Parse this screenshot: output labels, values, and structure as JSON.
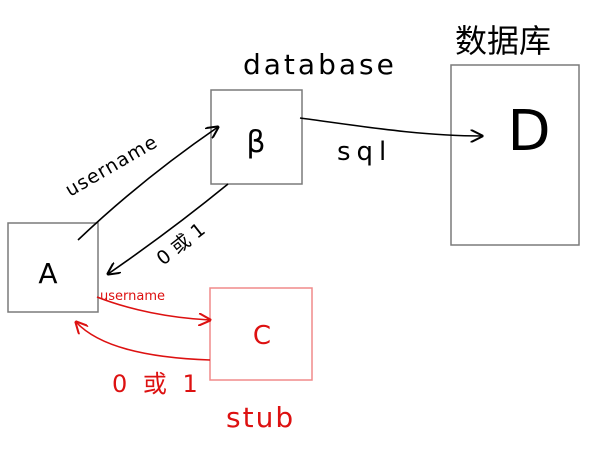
{
  "nodes": {
    "a": {
      "label": "A"
    },
    "b": {
      "label": "β",
      "caption": "database"
    },
    "c": {
      "label": "C",
      "caption": "stub"
    },
    "d": {
      "label": "D",
      "caption": "数据库"
    }
  },
  "edges": {
    "a_to_b": {
      "label": "username"
    },
    "b_to_a": {
      "label": "0 或 1"
    },
    "b_to_d": {
      "label": "sql"
    },
    "a_to_c": {
      "label": "username"
    },
    "c_to_a": {
      "label": "0 或 1"
    }
  },
  "colors": {
    "ink": "#000000",
    "stub": "#dd1111",
    "box": "#7a7a7a",
    "stub_box": "#f08a8a"
  }
}
